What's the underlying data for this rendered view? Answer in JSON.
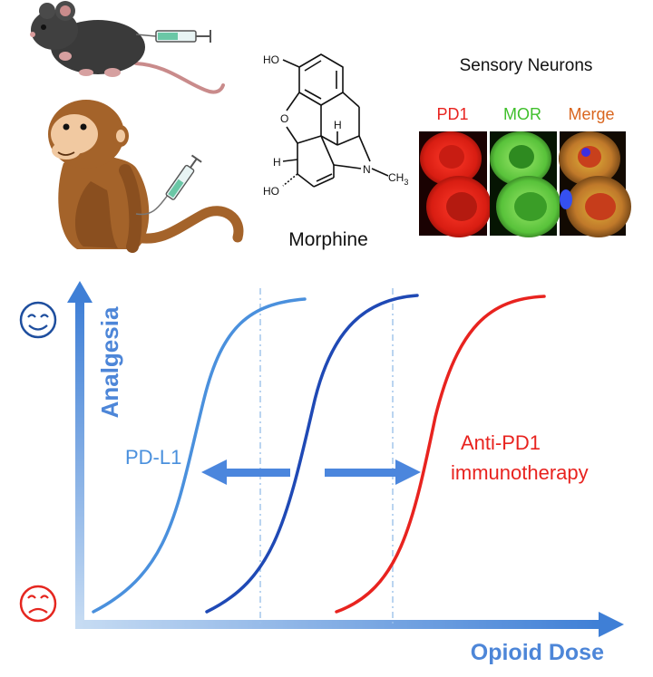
{
  "morphine": {
    "name": "Morphine",
    "atoms": {
      "ho_top": "HO",
      "o_ring": "O",
      "h_left": "H",
      "h_right": "H",
      "ho_bottom": "HO",
      "n": "N",
      "ch3": "CH",
      "ch3_sub": "3"
    }
  },
  "micrographs": {
    "title": "Sensory Neurons",
    "panels": [
      {
        "label": "PD1",
        "color": "#e8231f"
      },
      {
        "label": "MOR",
        "color": "#3fbf2b"
      },
      {
        "label": "Merge",
        "color": "#d9651e"
      }
    ]
  },
  "plot": {
    "y_axis_label": "Analgesia",
    "x_axis_label": "Opioid Dose",
    "high_emoji": "☺",
    "low_emoji": "☹",
    "curves": [
      {
        "label": "PD-L1",
        "color": "#4a90dd"
      },
      {
        "label": "",
        "color": "#1f49b5"
      },
      {
        "label": "Anti-PD1 immunotherapy",
        "label_line1": "Anti-PD1",
        "label_line2": "immunotherapy",
        "color": "#e8231f"
      }
    ],
    "colors": {
      "axis": "#4d86d8",
      "guide": "#9cc1ea",
      "arrow": "#4b86dd",
      "happy": "#1e4e9e",
      "sad": "#e5261f"
    }
  },
  "icons": [
    "mouse-icon",
    "monkey-icon",
    "syringe-icon"
  ]
}
